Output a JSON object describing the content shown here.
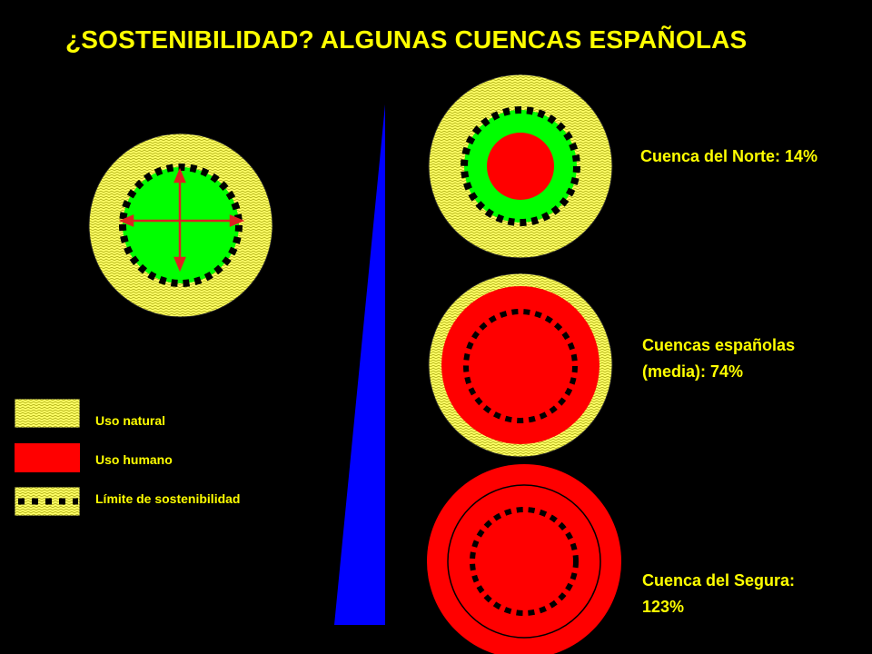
{
  "title": "¿SOSTENIBILIDAD? ALGUNAS CUENCAS ESPAÑOLAS",
  "basins": [
    {
      "label": "Cuenca del Norte: 14%",
      "lines": [
        "Cuenca del Norte: 14%"
      ],
      "human_use_pct": 14
    },
    {
      "label": "Cuencas españolas (media): 74%",
      "lines": [
        "Cuencas españolas",
        "(media): 74%"
      ],
      "human_use_pct": 74
    },
    {
      "label": "Cuenca del Segura: 123%",
      "lines": [
        "Cuenca del Segura:",
        "123%"
      ],
      "human_use_pct": 123
    }
  ],
  "legend": [
    {
      "label": "Uso natural",
      "swatch": "natural-pattern"
    },
    {
      "label": "Uso humano",
      "swatch": "human-solid"
    },
    {
      "label": "Límite de sostenibilidad",
      "swatch": "dotted-limit"
    }
  ],
  "colors": {
    "background": "#000000",
    "text": "#ffff00",
    "natural": "#ffff66",
    "human": "#ff0000",
    "sustainable_area": "#00ff00",
    "wedge": "#0000ff",
    "arrow": "#dd2222"
  }
}
